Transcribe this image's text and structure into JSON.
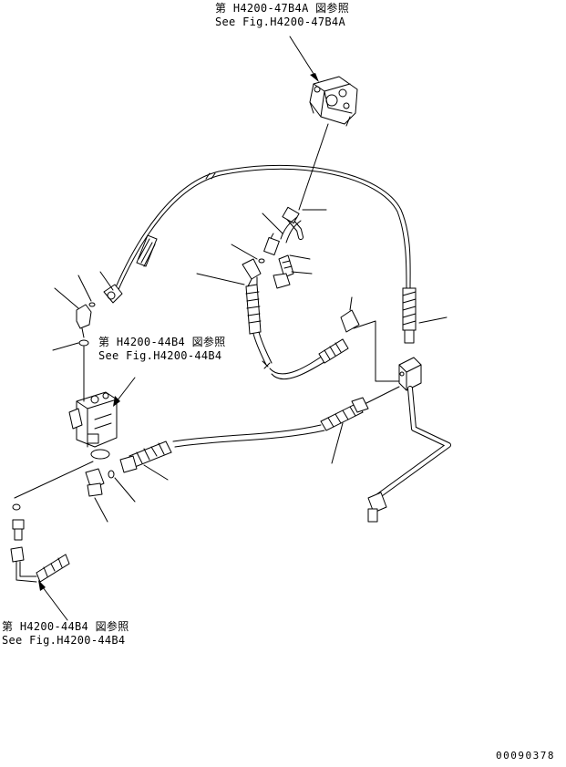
{
  "references": {
    "top_jp": "第 H4200-47B4A 図参照",
    "top_en": "See Fig.H4200-47B4A",
    "mid_jp": "第 H4200-44B4 図参照",
    "mid_en": "See Fig.H4200-44B4",
    "bottom_jp": "第 H4200-44B4 図参照",
    "bottom_en": "See Fig.H4200-44B4"
  },
  "drawing_number": "00090378"
}
